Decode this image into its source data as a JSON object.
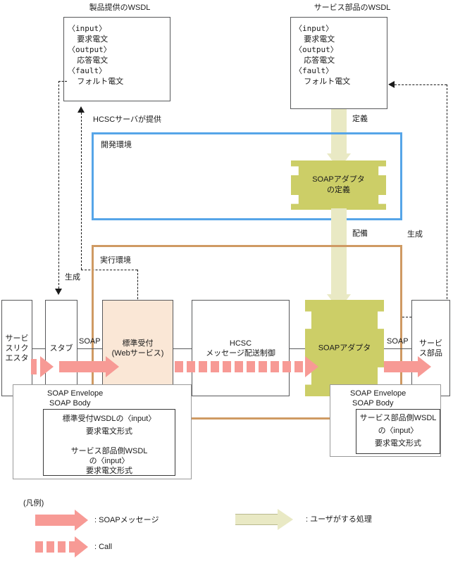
{
  "diagram": {
    "wsdl_left": {
      "title": "製品提供のWSDL",
      "body": "〈input〉\n  要求電文\n〈output〉\n  応答電文\n〈fault〉\n  フォルト電文"
    },
    "wsdl_right": {
      "title": "サービス部品のWSDL",
      "body": "〈input〉\n  要求電文\n〈output〉\n  応答電文\n〈fault〉\n  フォルト電文"
    },
    "labels": {
      "hcsc_provides": "HCSCサーバが提供",
      "dev_env": "開発環境",
      "run_env": "実行環境",
      "define": "定義",
      "deploy": "配備",
      "generate_right": "生成",
      "generate_left": "生成"
    },
    "boxes": {
      "soap_adapter_def": "SOAPアダプタ\nの定義",
      "requester": "サービ\nスリク\nエスタ",
      "stub": "スタブ",
      "std_reception": "標準受付\n(Webサービス)",
      "hcsc_delivery": "HCSC\nメッセージ配送制御",
      "soap_adapter": "SOAPアダプタ",
      "service_component": "サービ\nス部品"
    },
    "connector_labels": {
      "soap_left": "SOAP",
      "soap_right": "SOAP"
    },
    "note_left": {
      "header_line1": "SOAP Envelope",
      "header_line2": " SOAP Body",
      "inner_line1": "標準受付WSDLの〈input〉",
      "inner_line2": "要求電文形式",
      "inner_line3": "サービス部品側WSDL",
      "inner_line4": "の〈input〉",
      "inner_line5": "要求電文形式"
    },
    "note_right": {
      "header_line1": "SOAP Envelope",
      "header_line2": " SOAP Body",
      "inner_line1": "サービス部品側WSDL",
      "inner_line2": "の〈input〉",
      "inner_line3": "要求電文形式"
    },
    "legend": {
      "title": "(凡例)",
      "items": [
        {
          "label": ": SOAPメッセージ",
          "style": "solid-pink-arrow"
        },
        {
          "label": ": Call",
          "style": "dashed-pink-arrow"
        },
        {
          "label": ": ユーザがする処理",
          "style": "pale-yellow-arrow"
        }
      ]
    },
    "colors": {
      "pink": "#f79a95",
      "olive": "#ccce67",
      "pale_yellow": "#e9e9c4",
      "peach": "#fae7d6",
      "dev_blue": "#56a5e8",
      "run_brown": "#cf9a63",
      "line_gray": "#58595b"
    }
  }
}
